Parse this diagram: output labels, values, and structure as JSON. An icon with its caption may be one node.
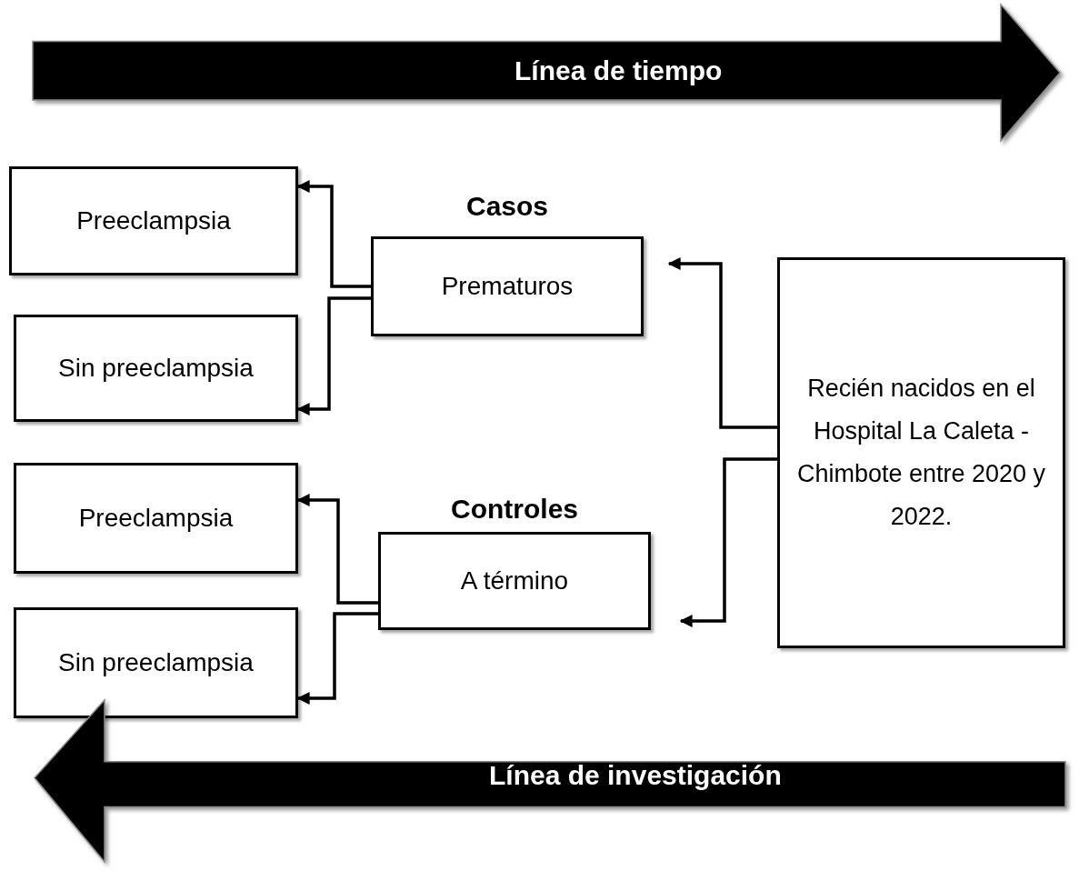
{
  "diagram": {
    "nodes": [
      {
        "text": [
          "Línea de tiempo"
        ]
      },
      {
        "text": [
          "Preeclampsia"
        ]
      },
      {
        "text": [
          "Casos",
          "Prematuros"
        ]
      },
      {
        "text": [
          "Recién nacidos en el Hospital La Caleta - Chimbote entre 2020 y 2022."
        ]
      },
      {
        "text": [
          "Sin preeclampsia"
        ]
      },
      {
        "text": [
          "Preeclampsia"
        ]
      },
      {
        "text": [
          "Controles",
          "A término"
        ]
      },
      {
        "text": [
          "Sin preeclampsia"
        ]
      },
      {
        "text": [
          "Línea de investigación"
        ]
      }
    ],
    "edges": [
      {
        "from": 2,
        "to": 1,
        "arrow": "to"
      },
      {
        "from": 2,
        "to": 4,
        "arrow": "to"
      },
      {
        "from": 3,
        "to": 2,
        "arrow": "to"
      },
      {
        "from": 3,
        "to": 6,
        "arrow": "to"
      },
      {
        "from": 6,
        "to": 5,
        "arrow": "to"
      },
      {
        "from": 6,
        "to": 7,
        "arrow": "to"
      }
    ]
  }
}
